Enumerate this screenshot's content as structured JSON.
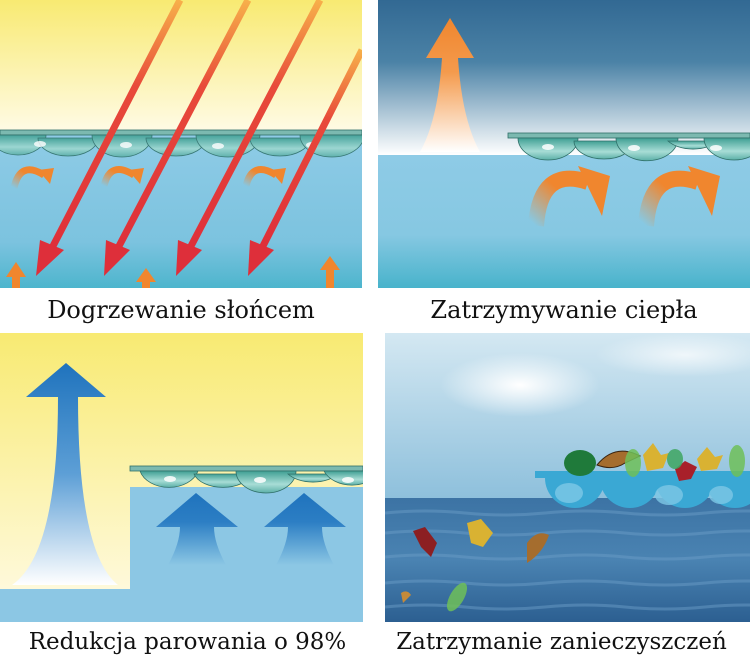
{
  "panels": [
    {
      "id": "solar-heating",
      "caption": "Dogrzewanie słońcem",
      "colors": {
        "sky_top": "#f8ec7a",
        "sky_bottom": "#fffbe6",
        "water_top": "#8ccbe6",
        "water_bottom": "#4fb6cf",
        "ray": "#e03a3a",
        "heat": "#f0862e"
      }
    },
    {
      "id": "heat-retention",
      "caption": "Zatrzymywanie ciepła",
      "colors": {
        "sky_top": "#336b95",
        "sky_bottom": "#ffffff",
        "water_top": "#8ecbe6",
        "water_bottom": "#4ab4cc",
        "heat": "#f0862e"
      }
    },
    {
      "id": "evaporation-reduction",
      "caption": "Redukcja parowania o 98%",
      "colors": {
        "sky_top": "#f8ec7a",
        "sky_bottom": "#fffbe6",
        "water": "#8cc7e4",
        "arrow": "#1f73bd"
      }
    },
    {
      "id": "debris-retention",
      "caption": "Zatrzymanie zanieczyszczeń",
      "colors": {
        "sky_top": "#cfe6f1",
        "sky_bottom": "#8fc0dc",
        "water_top": "#3f78a8",
        "water_bottom": "#2c5f91",
        "cover": "#3aa8d4"
      }
    }
  ]
}
